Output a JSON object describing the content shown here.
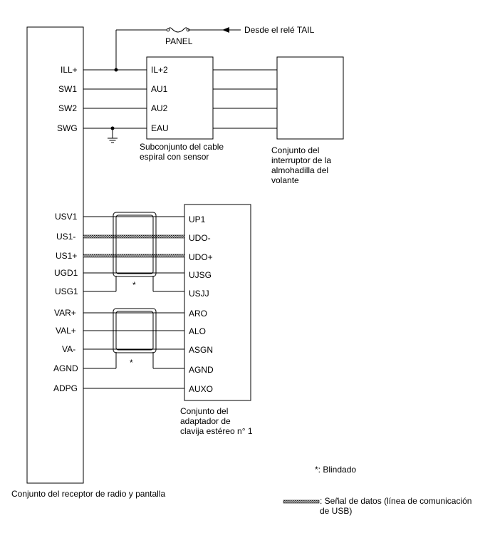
{
  "components": {
    "radio_receiver": {
      "label": "Conjunto del receptor de radio y pantalla"
    },
    "sensor_cable": {
      "label_line1": "Subconjunto del cable",
      "label_line2": "espiral con sensor"
    },
    "steering_switch": {
      "label_line1": "Conjunto del",
      "label_line2": "interruptor de la",
      "label_line3": "almohadilla del",
      "label_line4": "volante"
    },
    "stereo_adapter": {
      "label_line1": "Conjunto del",
      "label_line2": "adaptador de",
      "label_line3": "clavija estéreo n° 1"
    }
  },
  "relay": {
    "source": "Desde el relé TAIL",
    "fuse": "PANEL"
  },
  "radio_pins": {
    "ill": "ILL+",
    "sw1": "SW1",
    "sw2": "SW2",
    "swg": "SWG",
    "usv1": "USV1",
    "us1m": "US1-",
    "us1p": "US1+",
    "ugd1": "UGD1",
    "usg1": "USG1",
    "varp": "VAR+",
    "valp": "VAL+",
    "vam": "VA-",
    "agnd": "AGND",
    "adpg": "ADPG"
  },
  "sensor_pins": {
    "il2": "IL+2",
    "au1": "AU1",
    "au2": "AU2",
    "eau": "EAU"
  },
  "adapter_pins": {
    "up1": "UP1",
    "udom": "UDO-",
    "udop": "UDO+",
    "ujsg": "UJSG",
    "usjj": "USJJ",
    "aro": "ARO",
    "alo": "ALO",
    "asgn": "ASGN",
    "agnd": "AGND",
    "auxo": "AUXO"
  },
  "legend": {
    "shield_mark": "*",
    "shield_text": "*: Blindado",
    "data_line1": ": Señal de datos (línea de comunicación",
    "data_line2": "de USB)"
  }
}
